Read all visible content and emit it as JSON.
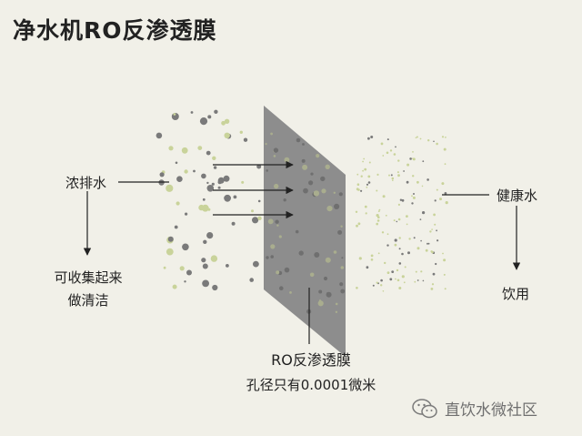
{
  "title": "净水机RO反渗透膜",
  "labels": {
    "concentrate": "浓排水",
    "collect_line1": "可收集起来",
    "collect_line2": "做清洁",
    "healthy": "健康水",
    "drink": "饮用",
    "membrane_name": "RO反渗透膜",
    "membrane_pore": "孔径只有0.0001微米"
  },
  "watermark": {
    "text": "直饮水微社区",
    "icon": "wechat-icon"
  },
  "colors": {
    "background": "#f1f0e8",
    "membrane": "#8d8d8d",
    "dot_gray": "#7a7a7a",
    "dot_green": "#c9d39a",
    "arrow": "#222222"
  }
}
